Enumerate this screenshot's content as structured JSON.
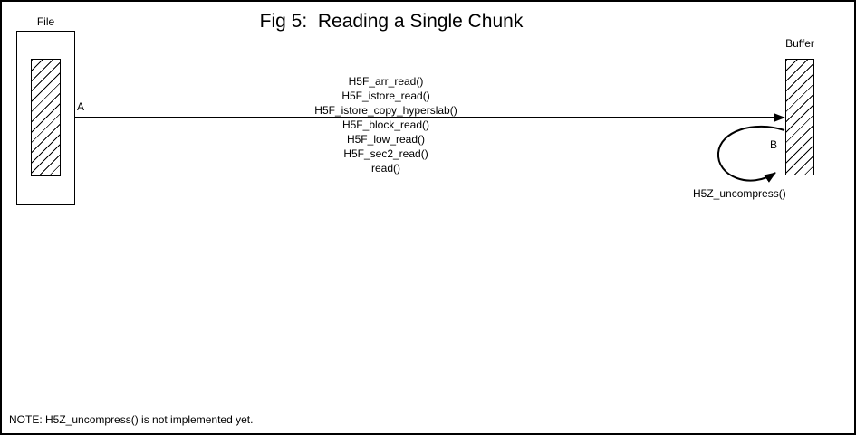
{
  "title": "Fig 5:  Reading a Single Chunk",
  "file": {
    "label": "File"
  },
  "buffer": {
    "label": "Buffer"
  },
  "read_arrow": {
    "start_label": "A",
    "end_label": "B"
  },
  "call_stack": {
    "lines": [
      "H5F_arr_read()",
      "H5F_istore_read()",
      "H5F_istore_copy_hyperslab()",
      "H5F_block_read()",
      "H5F_low_read()",
      "H5F_sec2_read()",
      "read()"
    ]
  },
  "loop": {
    "label": "H5Z_uncompress()"
  },
  "note": "NOTE: H5Z_uncompress() is not implemented yet.",
  "colors": {
    "ink": "#000000",
    "background": "#ffffff"
  }
}
